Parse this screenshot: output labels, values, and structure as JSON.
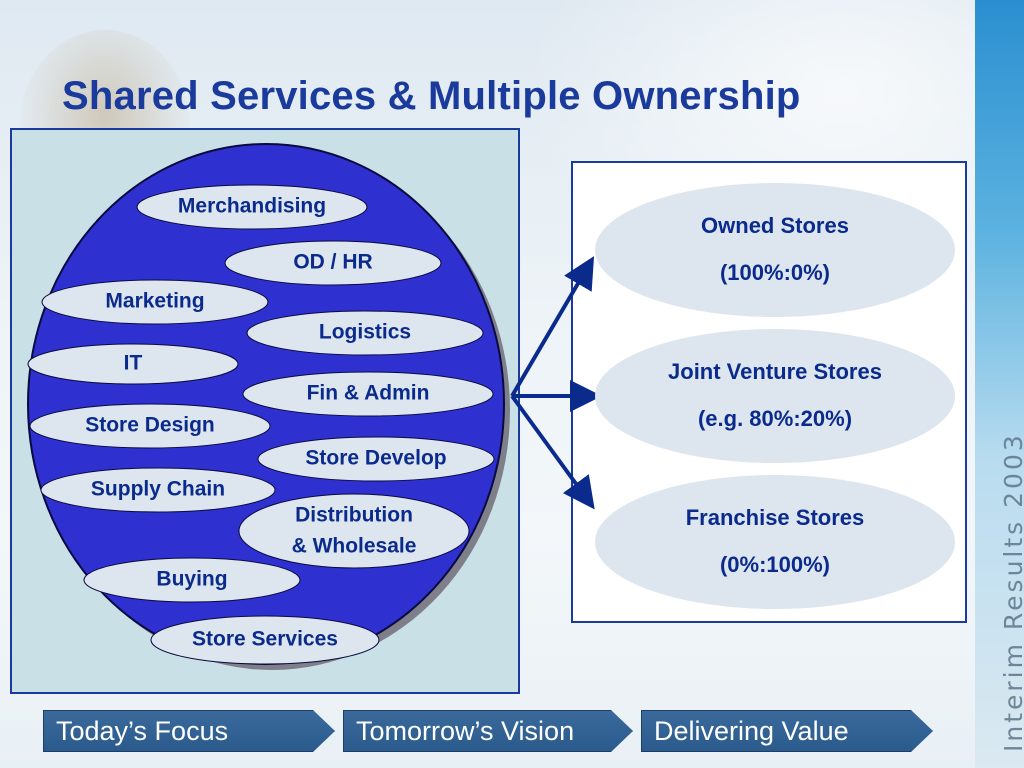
{
  "title": "Shared Services & Multiple Ownership",
  "services": [
    "Merchandising",
    "OD / HR",
    "Marketing",
    "Logistics",
    "IT",
    "Fin & Admin",
    "Store Design",
    "Store Develop",
    "Supply Chain",
    "Distribution",
    "& Wholesale",
    "Buying",
    "Store Services"
  ],
  "stores": [
    {
      "name": "Owned Stores",
      "ratio": "(100%:0%)"
    },
    {
      "name": "Joint Venture Stores",
      "ratio": "(e.g. 80%:20%)"
    },
    {
      "name": "Franchise Stores",
      "ratio": "(0%:100%)"
    }
  ],
  "sidebar_text": "Interim Results 2003",
  "nav": [
    "Today’s Focus",
    "Tomorrow’s Vision",
    "Delivering Value"
  ],
  "colors": {
    "title": "#1a3a9c",
    "big_circle": "#2f30d0",
    "pill": "#dde6ef",
    "store_ellipse": "#dde6ee",
    "arrow": "#0a2a8c"
  }
}
